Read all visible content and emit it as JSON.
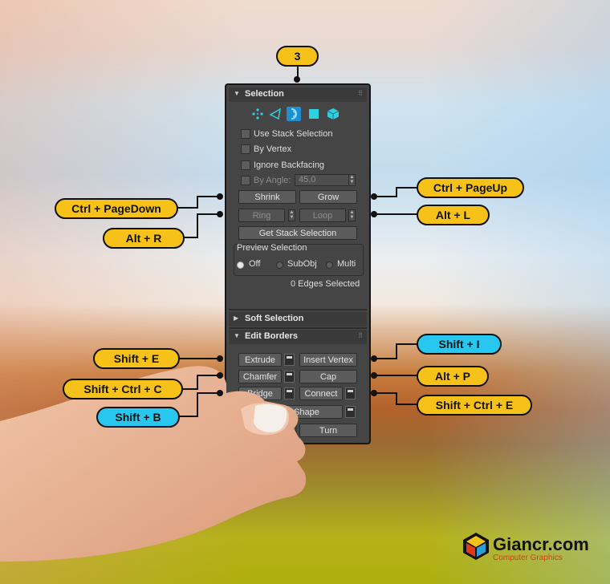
{
  "badge": "3",
  "panel": {
    "selection": {
      "title": "Selection",
      "icons": [
        "vertex-icon",
        "edge-icon",
        "border-icon",
        "polygon-icon",
        "element-icon"
      ],
      "use_stack": "Use Stack Selection",
      "by_vertex": "By Vertex",
      "ignore_backfacing": "Ignore Backfacing",
      "by_angle": "By Angle:",
      "angle_value": "45,0",
      "shrink": "Shrink",
      "grow": "Grow",
      "ring": "Ring",
      "loop": "Loop",
      "get_stack": "Get Stack Selection",
      "preview_title": "Preview Selection",
      "preview_off": "Off",
      "preview_subobj": "SubObj",
      "preview_multi": "Multi",
      "status": "0 Edges Selected"
    },
    "soft_selection": {
      "title": "Soft Selection"
    },
    "edit_borders": {
      "title": "Edit Borders",
      "extrude": "Extrude",
      "insert_vertex": "Insert Vertex",
      "chamfer": "Chamfer",
      "cap": "Cap",
      "bridge": "Bridge",
      "connect": "Connect",
      "shape": "Shape",
      "turn": "Turn"
    }
  },
  "shortcuts": {
    "shrink": "Ctrl + PageDown",
    "grow": "Ctrl + PageUp",
    "ring": "Alt + R",
    "loop": "Alt + L",
    "extrude": "Shift + E",
    "insert_vertex": "Shift + I",
    "chamfer": "Shift + Ctrl + C",
    "cap": "Alt + P",
    "bridge": "Shift + B",
    "connect": "Shift + Ctrl + E"
  },
  "logo": {
    "brand": "Giancr.com",
    "sub": "Computer Graphics"
  },
  "colors": {
    "yellow": "#f6c21a",
    "cyan": "#27c7f0",
    "active_icon": "#1f8ed1",
    "panel": "#454545"
  }
}
